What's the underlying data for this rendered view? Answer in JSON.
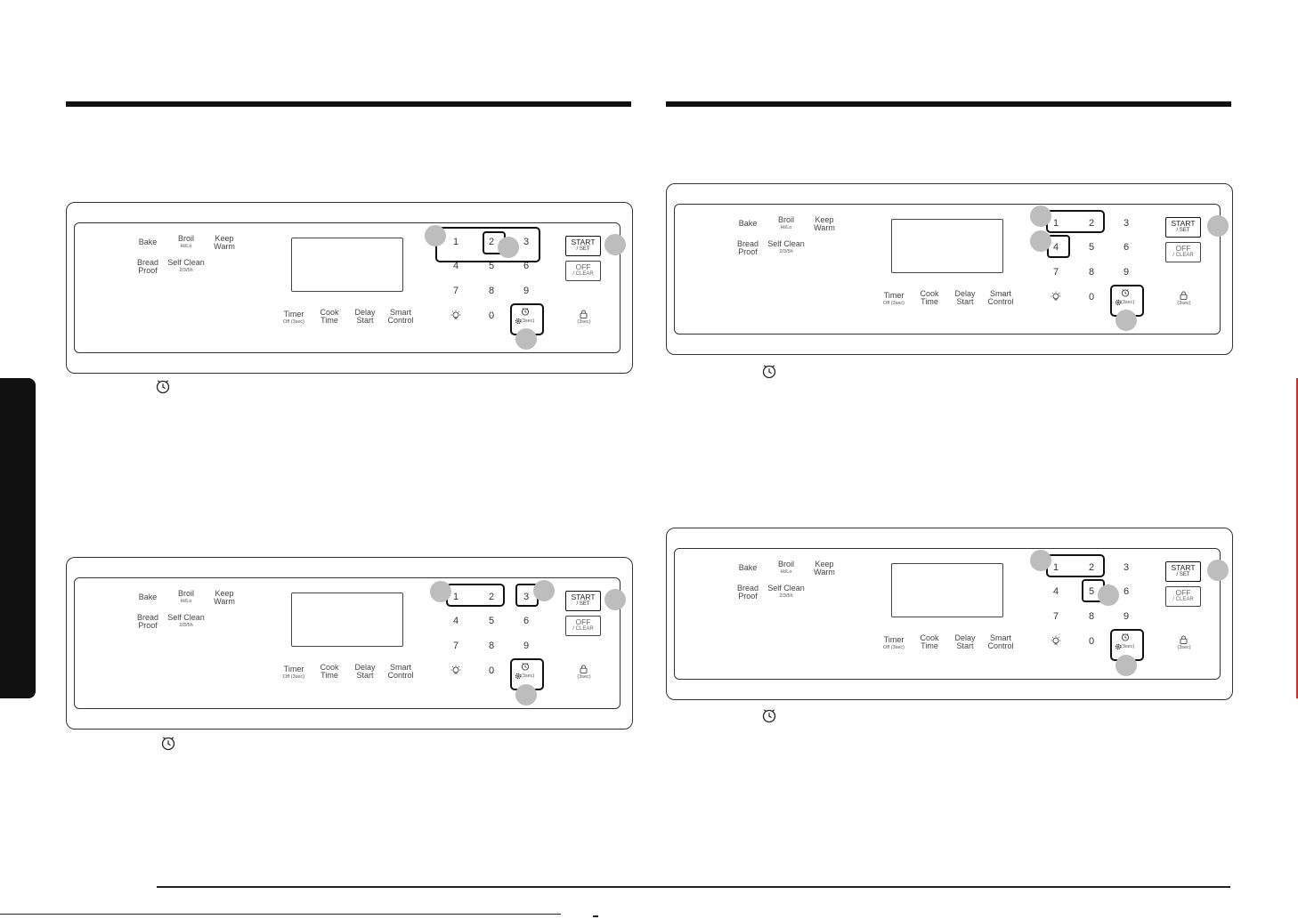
{
  "panel": {
    "modes": [
      {
        "label": "Bake",
        "sub": ""
      },
      {
        "label": "Broil",
        "sub": "Hi/Lo"
      },
      {
        "label": "Keep",
        "label2": "Warm",
        "sub": ""
      },
      {
        "label": "Bread",
        "label2": "Proof",
        "sub": ""
      },
      {
        "label": "Self Clean",
        "sub": "2/3/5h"
      }
    ],
    "functions": [
      {
        "label": "Timer",
        "sub": "Off (3sec)"
      },
      {
        "label": "Cook",
        "label2": "Time"
      },
      {
        "label": "Delay",
        "label2": "Start"
      },
      {
        "label": "Smart",
        "label2": "Control"
      }
    ],
    "keypad": [
      "1",
      "2",
      "3",
      "4",
      "5",
      "6",
      "7",
      "8",
      "9",
      "0"
    ],
    "start_label": "START",
    "start_sub": "/ SET",
    "off_label": "OFF",
    "off_sub": "/ CLEAR",
    "clock_sub": "(3sec)",
    "lock_sub": "(3sec)"
  },
  "icons": {
    "light": "light-icon",
    "clock": "clock-icon",
    "settings": "gear-icon",
    "lock": "lock-icon",
    "caption": "clock-icon"
  },
  "colors": {
    "ink": "#111111",
    "marker": "#bdbdbd",
    "accent": "#d12b2b"
  }
}
